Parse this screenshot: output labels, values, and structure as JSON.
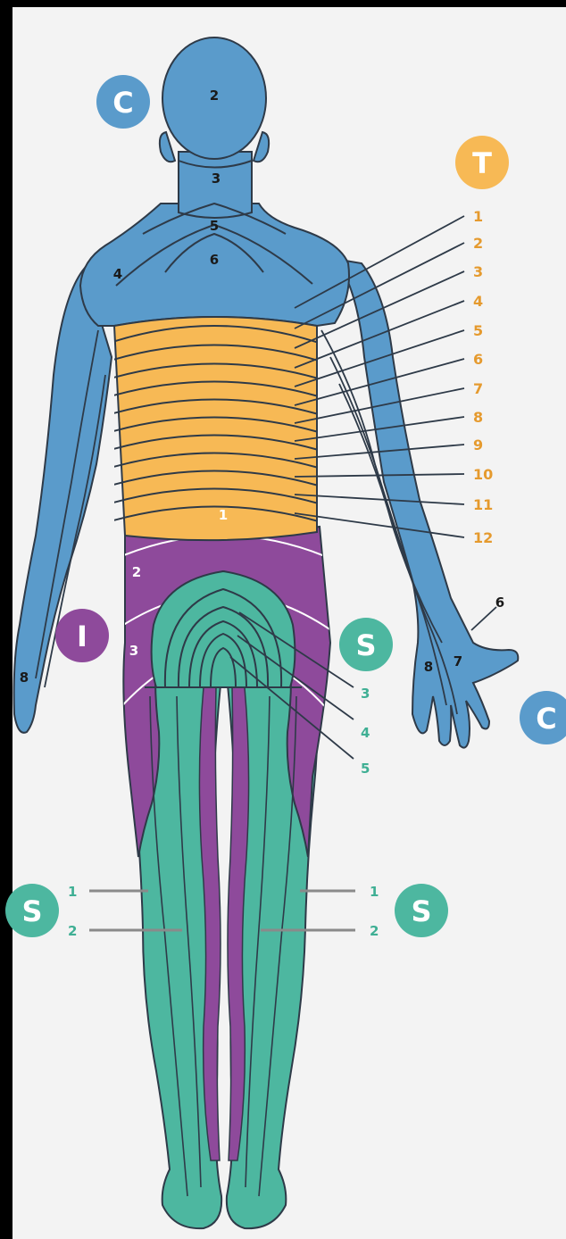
{
  "colors": {
    "cervical": "#5A9BCB",
    "thoracic": "#F7B955",
    "lumbar": "#8E4A9B",
    "sacral": "#4DB7A0",
    "outline": "#2E3A48",
    "background": "#F3F3F3",
    "thoracic_text": "#E59A2E",
    "sacral_text": "#3FAF94"
  },
  "badges": {
    "c_top": "C",
    "t": "T",
    "i": "I",
    "s_right_upper": "S",
    "c_right": "C",
    "s_left_lower": "S",
    "s_right_lower": "S"
  },
  "head_labels": {
    "c2": "2",
    "c3": "3",
    "c5": "5",
    "c6": "6",
    "c4": "4"
  },
  "thoracic_list": [
    "1",
    "2",
    "3",
    "4",
    "5",
    "6",
    "7",
    "8",
    "9",
    "10",
    "11",
    "12"
  ],
  "lumbar_labels": {
    "l1": "1",
    "l2": "2",
    "l3": "3"
  },
  "sacral_callouts": [
    "3",
    "4",
    "5"
  ],
  "hand_labels": {
    "right_6": "6",
    "right_7": "7",
    "right_8": "8",
    "left_8": "8"
  },
  "leg_labels": {
    "left_s1": "1",
    "left_s2": "2",
    "right_s1": "1",
    "right_s2": "2"
  }
}
